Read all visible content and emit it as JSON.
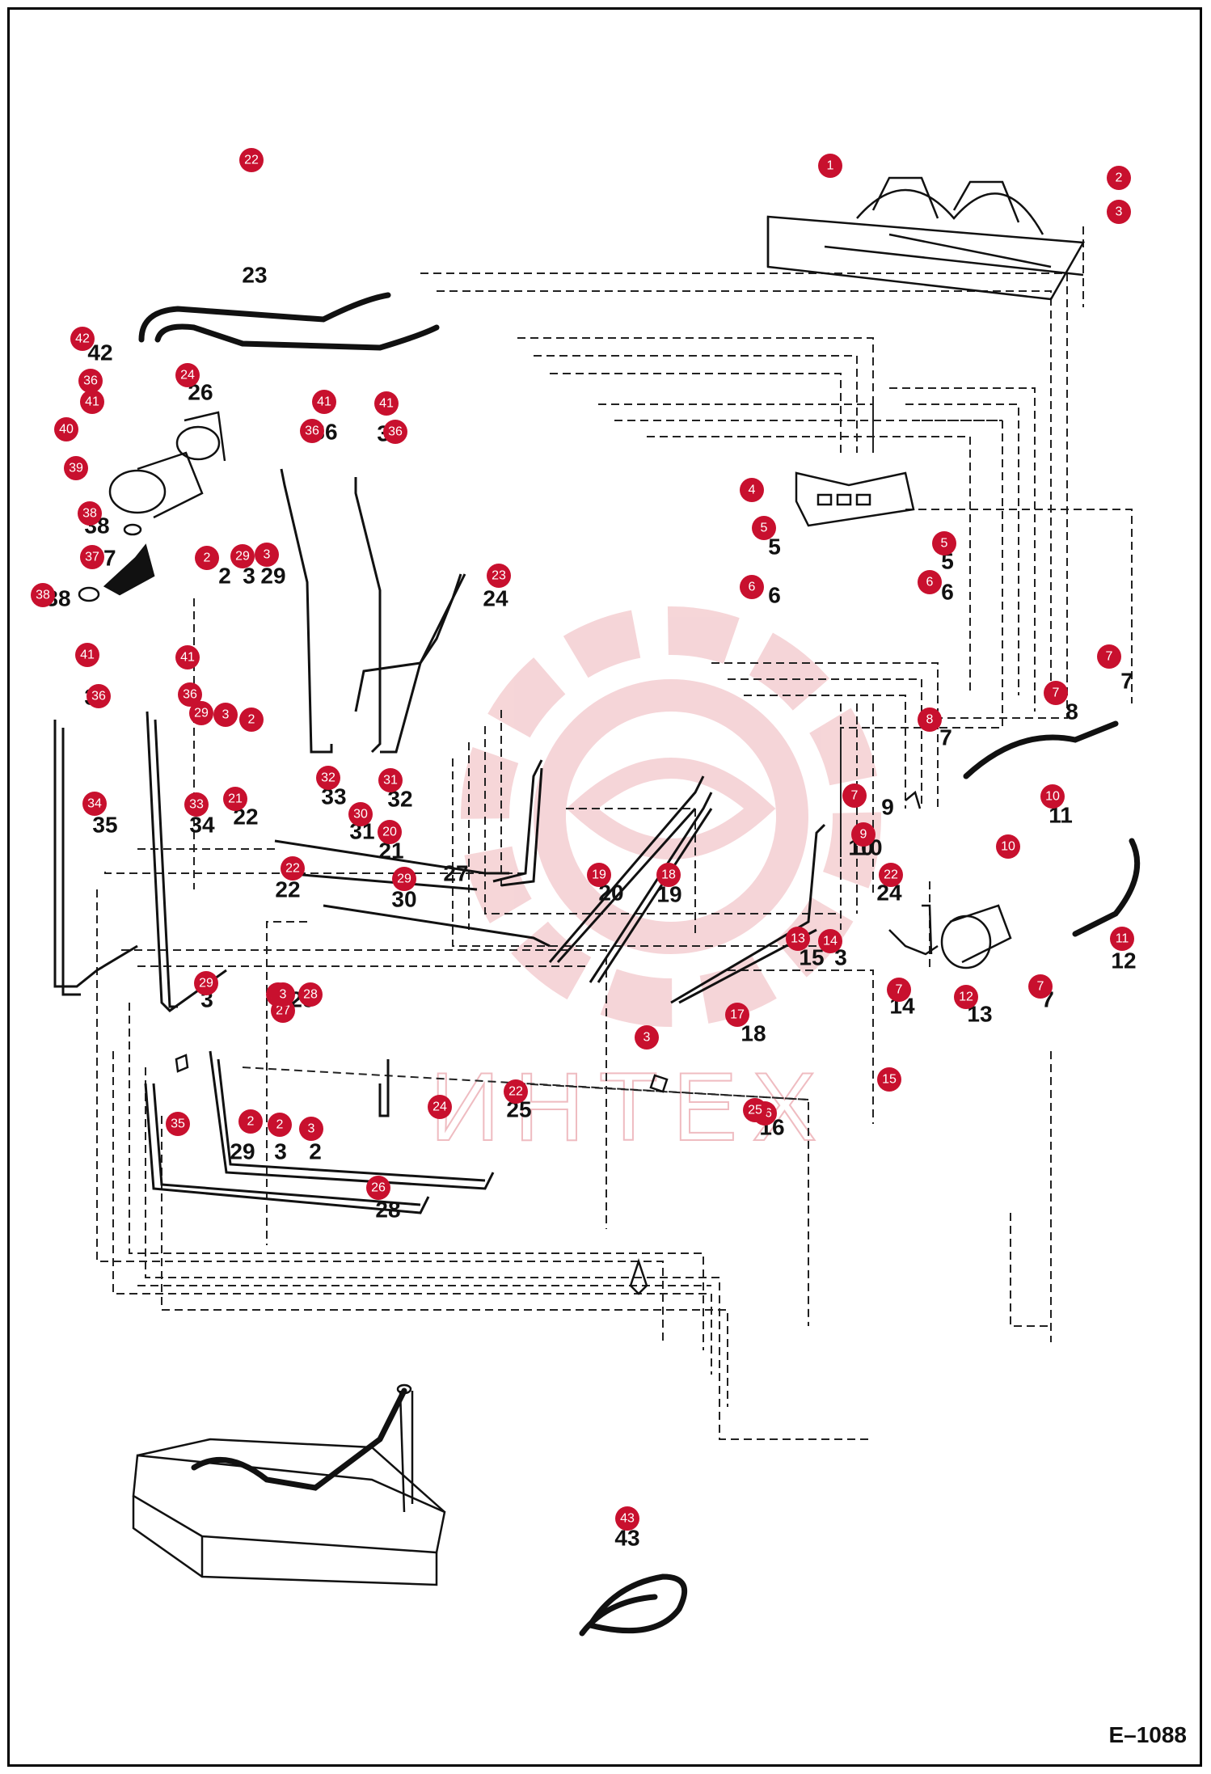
{
  "diagram": {
    "code": "E–1088",
    "watermark": {
      "text": "ИHTEX",
      "color": "#f2c4c8"
    },
    "callout_color": "#c8102e",
    "callouts": [
      "1",
      "2",
      "3",
      "4",
      "5",
      "5",
      "6",
      "6",
      "7",
      "7",
      "8",
      "7",
      "9",
      "10",
      "10",
      "11",
      "7",
      "12",
      "7",
      "13",
      "14",
      "15",
      "3",
      "16",
      "17",
      "18",
      "19",
      "20",
      "21",
      "22",
      "22",
      "22",
      "22",
      "23",
      "24",
      "24",
      "25",
      "26",
      "27",
      "27",
      "28",
      "29",
      "3",
      "2",
      "29",
      "3",
      "2",
      "29",
      "3",
      "2",
      "2",
      "3",
      "29",
      "30",
      "31",
      "32",
      "33",
      "34",
      "35",
      "36",
      "36",
      "36",
      "36",
      "36",
      "37",
      "38",
      "38",
      "39",
      "40",
      "41",
      "41",
      "41",
      "41",
      "41",
      "42",
      "43"
    ],
    "part_labels": [
      "2",
      "3",
      "29",
      "5",
      "6",
      "5",
      "6",
      "7",
      "8",
      "7",
      "9",
      "10",
      "10",
      "11",
      "12",
      "7",
      "13",
      "14",
      "15",
      "3",
      "16",
      "18",
      "19",
      "20",
      "21",
      "22",
      "22",
      "25",
      "24",
      "24",
      "23",
      "26",
      "27",
      "28",
      "29",
      "3",
      "2",
      "3",
      "2",
      "29",
      "30",
      "31",
      "32",
      "33",
      "34",
      "35",
      "36",
      "36",
      "36",
      "37",
      "38",
      "38",
      "42",
      "43"
    ]
  }
}
